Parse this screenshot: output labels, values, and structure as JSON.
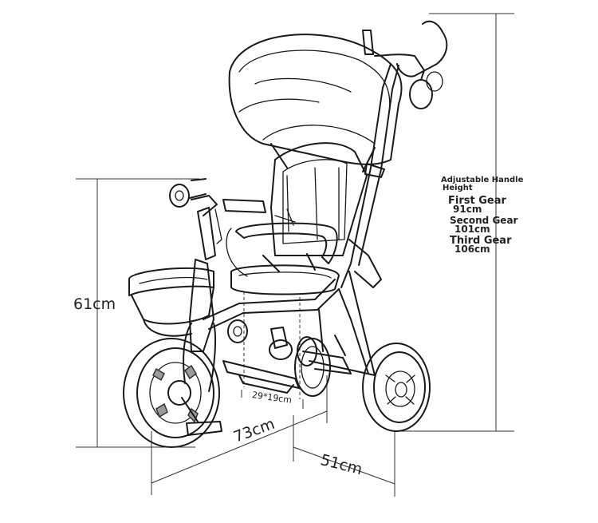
{
  "dimensions": {
    "height": "61cm",
    "length": "73cm",
    "width": "51cm",
    "seat": "29*19cm"
  },
  "handle_height": {
    "title_line1": "Adjustable Handle",
    "title_line2": "Height",
    "gears": [
      {
        "label": "First Gear",
        "value": "91cm"
      },
      {
        "label": "Second Gear",
        "value": "101cm"
      },
      {
        "label": "Third Gear",
        "value": "106cm"
      }
    ]
  }
}
